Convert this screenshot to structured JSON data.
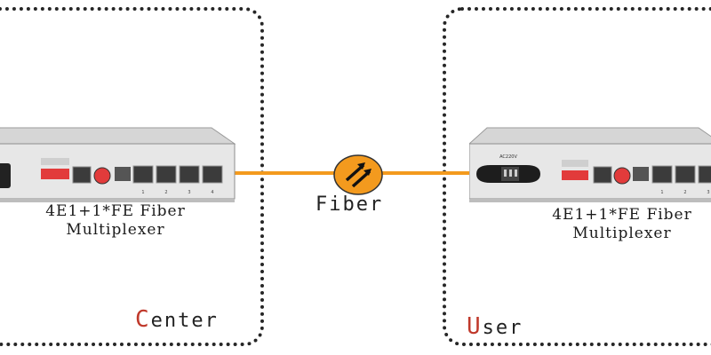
{
  "colors": {
    "fiber": "#f39a1e",
    "accent": "#c0392b",
    "border": "#262626"
  },
  "fiber": {
    "label": "Fiber",
    "icon": "fiber-transceiver-icon"
  },
  "center": {
    "initial": "C",
    "rest": "enter",
    "caption_line1": "4E1+1*FE Fiber",
    "caption_line2": "Multiplexer",
    "ports": [
      "1",
      "2",
      "3",
      "4"
    ]
  },
  "user": {
    "initial": "U",
    "rest": "ser",
    "caption_line1": "4E1+1*FE Fiber",
    "caption_line2": "Multiplexer",
    "power_label": "AC220V",
    "ports": [
      "1",
      "2",
      "3"
    ]
  }
}
